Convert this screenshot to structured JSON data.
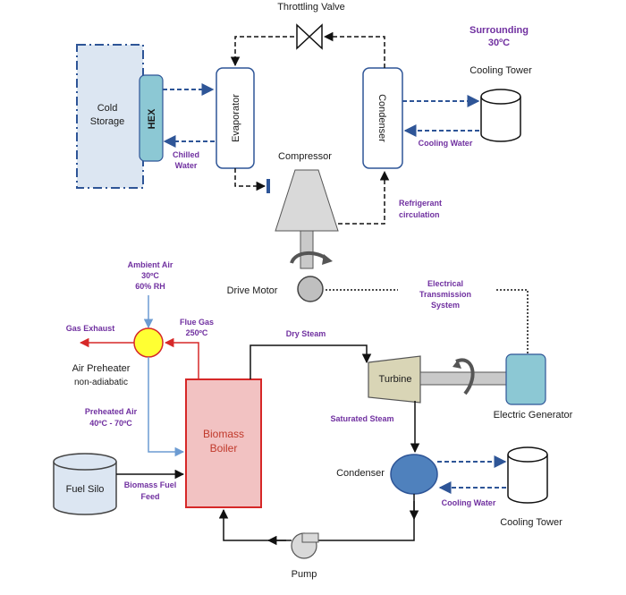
{
  "refrigeration": {
    "throttling_valve": "Throttling Valve",
    "surrounding_line1": "Surrounding",
    "surrounding_line2": "30ºC",
    "cooling_tower": "Cooling Tower",
    "cold_storage_line1": "Cold",
    "cold_storage_line2": "Storage",
    "hex": "HEX",
    "evaporator": "Evaporator",
    "condenser": "Condenser",
    "compressor": "Compressor",
    "cooling_water": "Cooling Water",
    "chilled_water_line1": "Chilled",
    "chilled_water_line2": "Water",
    "refrigerant_line1": "Refrigerant",
    "refrigerant_line2": "circulation"
  },
  "power": {
    "drive_motor": "Drive Motor",
    "ambient_air_line1": "Ambient Air",
    "ambient_air_line2": "30ºC",
    "ambient_air_line3": "60% RH",
    "electrical_line1": "Electrical",
    "electrical_line2": "Transmission",
    "electrical_line3": "System",
    "gas_exhaust": "Gas Exhaust",
    "flue_gas_line1": "Flue Gas",
    "flue_gas_line2": "250ºC",
    "dry_steam": "Dry Steam",
    "air_preheater": "Air Preheater",
    "non_adiabatic": "non-adiabatic",
    "turbine": "Turbine",
    "electric_generator": "Electric Generator",
    "preheated_air_line1": "Preheated Air",
    "preheated_air_line2": "40ºC - 70ºC",
    "saturated_steam": "Saturated Steam",
    "boiler_line1": "Biomass",
    "boiler_line2": "Boiler",
    "condenser": "Condenser",
    "fuel_silo": "Fuel Silo",
    "biomass_fuel_line1": "Biomass Fuel",
    "biomass_fuel_line2": "Feed",
    "cooling_water": "Cooling Water",
    "cooling_tower": "Cooling Tower",
    "pump": "Pump"
  }
}
